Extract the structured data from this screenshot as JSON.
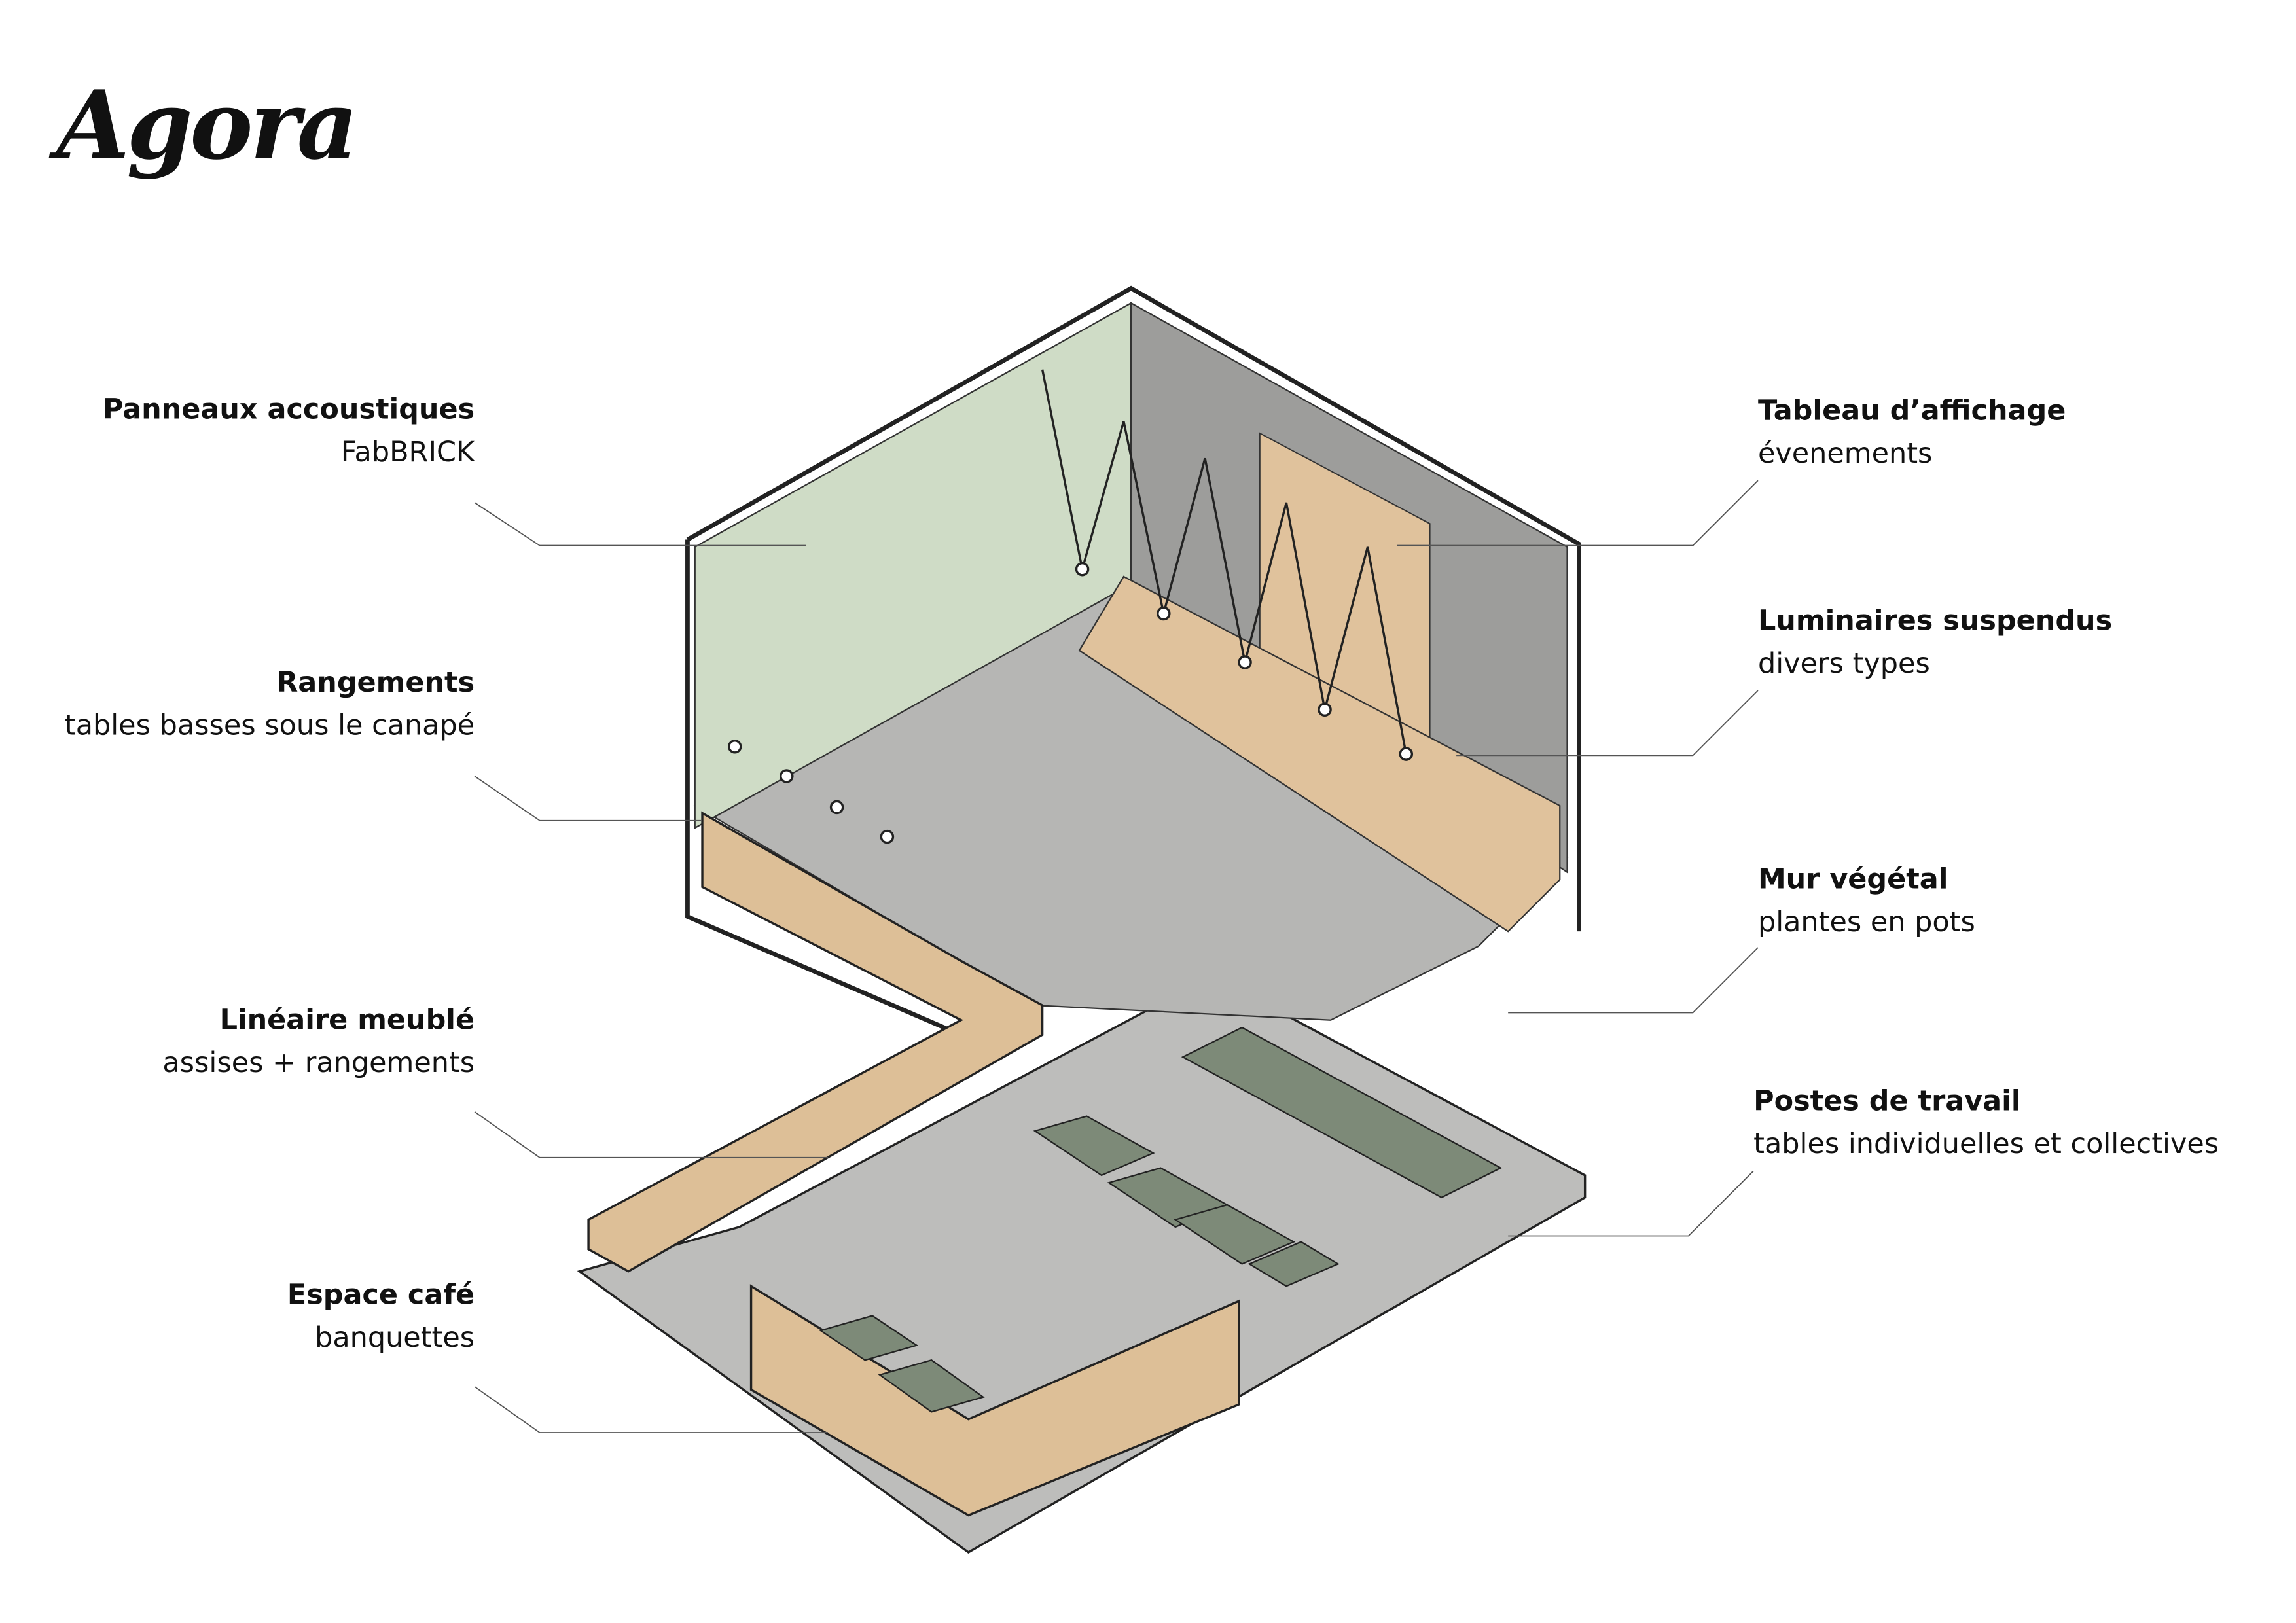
{
  "logo": "Agora",
  "labels_left": [
    {
      "title": "Panneaux accoustiques",
      "subtitle": "FabBRICK"
    },
    {
      "title": "Rangements",
      "subtitle": "tables basses sous le canapé"
    },
    {
      "title": "Linéaire meublé",
      "subtitle": "assises + rangements"
    },
    {
      "title": "Espace café",
      "subtitle": "banquettes"
    }
  ],
  "labels_right": [
    {
      "title": "Tableau d’affichage",
      "subtitle": "évenements"
    },
    {
      "title": "Luminaires suspendus",
      "subtitle": "divers types"
    },
    {
      "title": "Mur végétal",
      "subtitle": "plantes en pots"
    },
    {
      "title": "Postes de travail",
      "subtitle": "tables individuelles et collectives"
    }
  ],
  "colors": {
    "wood": "#e0c29c",
    "floor": "#b9b9b7",
    "wall": "#9c9c9a",
    "green": "#c9d8c0",
    "table": "#7d8a78"
  }
}
